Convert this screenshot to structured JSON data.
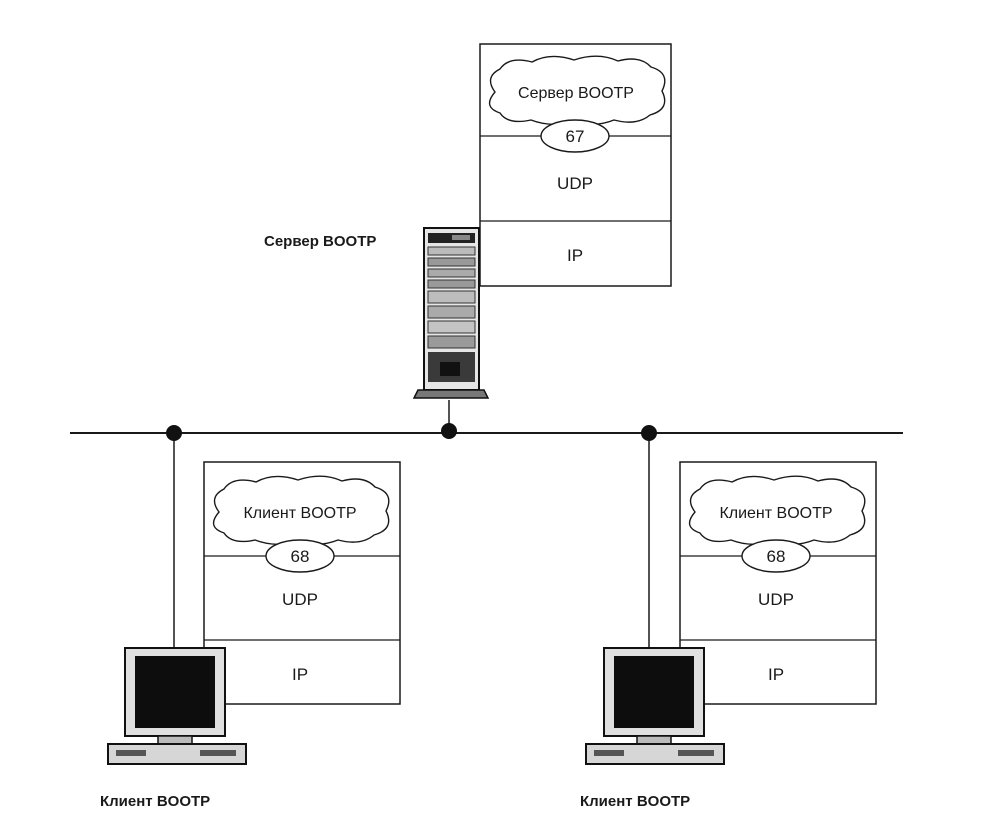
{
  "server": {
    "caption": "Сервер BOOTP",
    "app_label": "Сервер BOOTP",
    "port": "67",
    "transport": "UDP",
    "network": "IP"
  },
  "client_left": {
    "caption": "Клиент BOOTP",
    "app_label": "Клиент BOOTP",
    "port": "68",
    "transport": "UDP",
    "network": "IP"
  },
  "client_right": {
    "caption": "Клиент BOOTP",
    "app_label": "Клиент BOOTP",
    "port": "68",
    "transport": "UDP",
    "network": "IP"
  }
}
